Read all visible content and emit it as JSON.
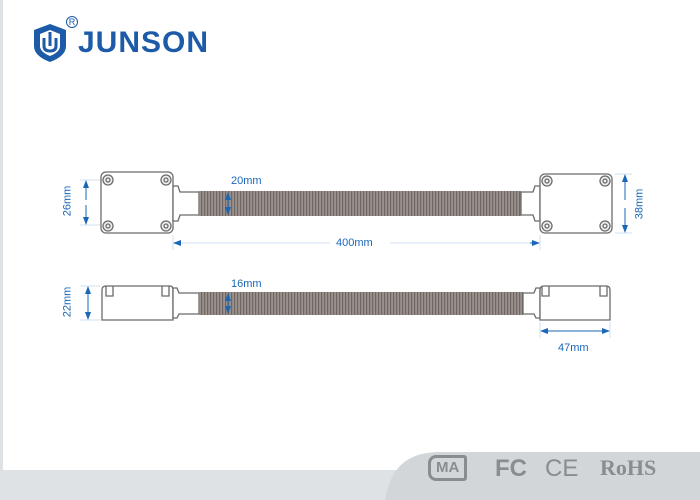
{
  "brand": {
    "name": "JUNSON",
    "registered_mark": "R"
  },
  "top_view": {
    "left_height": "26mm",
    "hose_diameter": "20mm",
    "length": "400mm",
    "right_height": "38mm"
  },
  "side_view": {
    "height": "22mm",
    "hose_diameter": "16mm",
    "block_width": "47mm"
  },
  "certifications": [
    "MA",
    "FC",
    "CE",
    "RoHS"
  ],
  "colors": {
    "brand": "#1d5aa8",
    "dimension": "#1a67b8",
    "outline": "#6b6b6b",
    "hose": "#8e8580"
  }
}
